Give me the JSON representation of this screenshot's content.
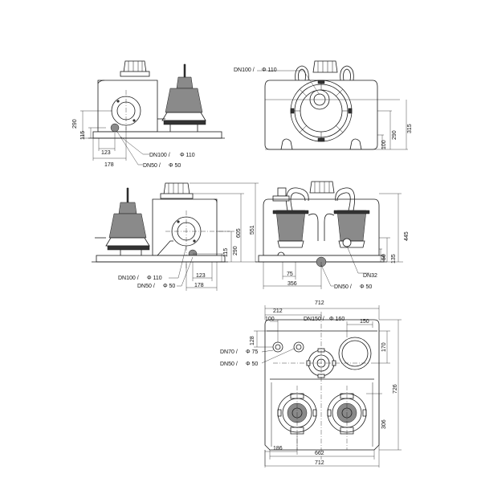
{
  "labels": {
    "dn100": "DN100 /",
    "phi110": "Φ 110",
    "dn50": "DN50 /",
    "phi50": "Φ 50",
    "dn32": "DN32",
    "dn70": "DN70 /",
    "phi75": "Φ 75",
    "dn150": "DN150 /",
    "phi160": "Φ 160"
  },
  "dims": {
    "v1_h290": "290",
    "v1_h115": "115",
    "v1_w123": "123",
    "v1_w178": "178",
    "v2_h100": "100",
    "v2_h290": "290",
    "v2_h315": "315",
    "v3_h605": "605",
    "v3_h551": "551",
    "v3_h290": "290",
    "v3_h115": "115",
    "v3_w123": "123",
    "v3_w178": "178",
    "v4_h445": "445",
    "v4_h135": "135",
    "v4_h50": "50",
    "v4_w75": "75",
    "v4_w356": "356",
    "v5_w712_top": "712",
    "v5_w212": "212",
    "v5_w100": "100",
    "v5_w150": "150",
    "v5_h128": "128",
    "v5_h170": "170",
    "v5_h726": "726",
    "v5_h306": "306",
    "v5_w186": "186",
    "v5_w662": "662",
    "v5_w712_bottom": "712"
  }
}
